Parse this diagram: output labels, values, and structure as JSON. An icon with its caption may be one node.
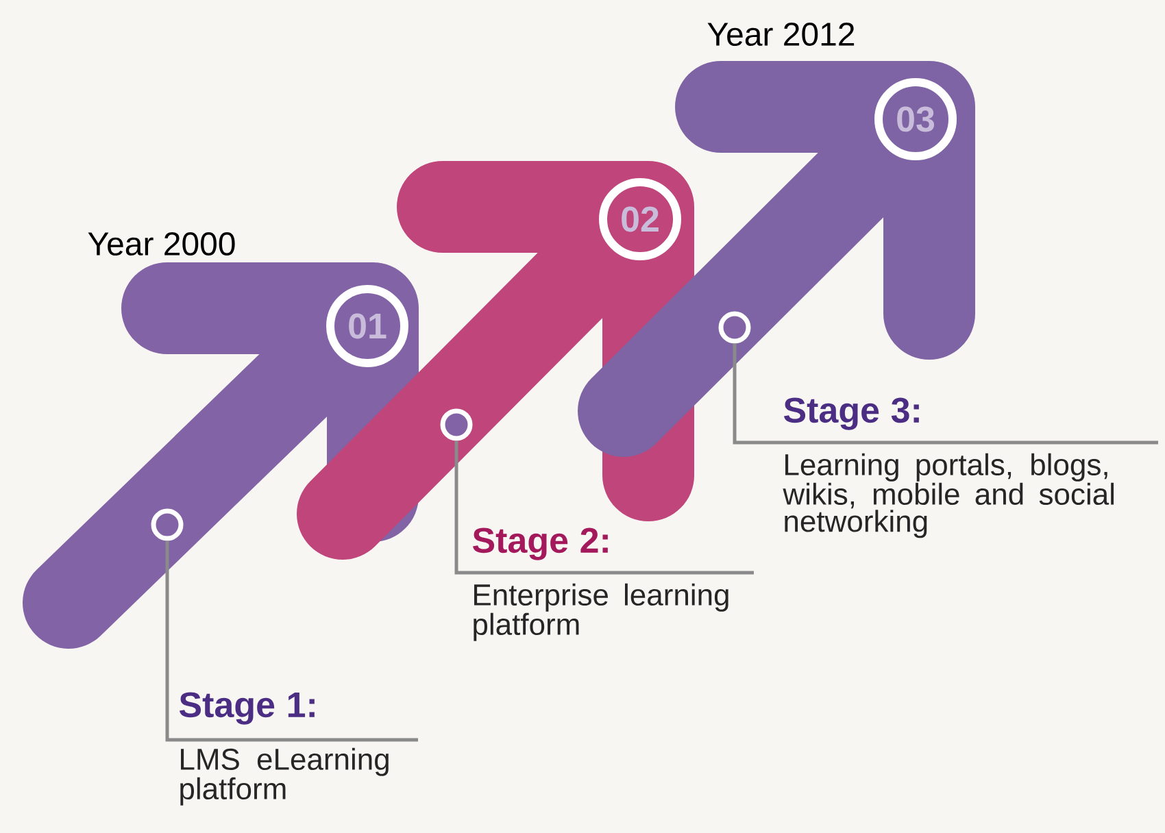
{
  "diagram": {
    "nodes": [
      {
        "text": [
          "01"
        ]
      },
      {
        "text": [
          "02"
        ]
      },
      {
        "text": [
          "03"
        ]
      },
      {
        "text": [],
        "shape": "circle"
      },
      {
        "text": [],
        "shape": "circle"
      },
      {
        "text": [],
        "shape": "circle"
      },
      {
        "text": [
          "Stage 1:",
          "LMS eLearning platform"
        ]
      },
      {
        "text": [
          "Stage 2:",
          "Enterprise learning platform"
        ]
      },
      {
        "text": [
          "Stage 3:",
          "Learning portals, blogs, wikis, mobile and social networking"
        ]
      }
    ],
    "edges": [
      {
        "from": 6,
        "to": 3,
        "arrow": "none"
      },
      {
        "from": 7,
        "to": 4,
        "arrow": "none"
      },
      {
        "from": 8,
        "to": 5,
        "arrow": "none"
      }
    ],
    "labels": [
      "Year 2012",
      "Year 2000"
    ]
  }
}
